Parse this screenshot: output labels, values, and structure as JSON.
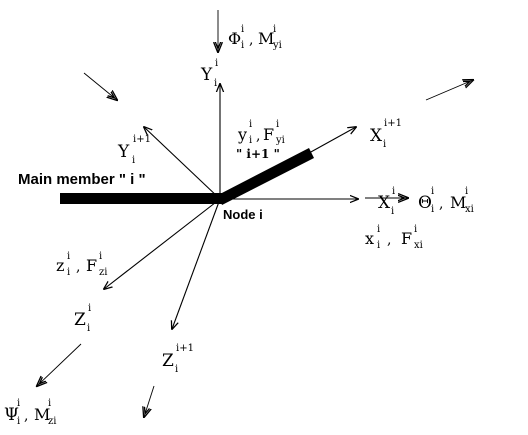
{
  "title": "",
  "labels": {
    "main_member": "Main member \" i \"",
    "member_i1": "\" i+1 \"",
    "node": "Node i",
    "Y_i": {
      "base": "Y",
      "sup": "i",
      "sub": "i"
    },
    "X_i": {
      "base": "X",
      "sup": "i",
      "sub": "i"
    },
    "Z_i": {
      "base": "Z",
      "sup": "i",
      "sub": "i"
    },
    "Y_i1": {
      "base": "Y",
      "sup": "i+1",
      "sub": "i"
    },
    "X_i1": {
      "base": "X",
      "sup": "i+1",
      "sub": "i"
    },
    "Z_i1": {
      "base": "Z",
      "sup": "i+1",
      "sub": "i"
    },
    "y_F_y": {
      "a": "y",
      "b": "F",
      "sup": "i",
      "sub_a": "i",
      "sub_b": "yi"
    },
    "x_F_x": {
      "a": "x",
      "b": "F",
      "sup": "i",
      "sub_a": "i",
      "sub_b": "xi"
    },
    "z_F_z": {
      "a": "z",
      "b": "F",
      "sup": "i",
      "sub_a": "i",
      "sub_b": "zi"
    },
    "phi_M_y": {
      "a": "Φ",
      "b": "M",
      "sup": "i",
      "sub_a": "i",
      "sub_b": "yi"
    },
    "theta_M_x": {
      "a": "Θ",
      "b": "M",
      "sup": "i",
      "sub_a": "i",
      "sub_b": "xi"
    },
    "psi_M_z": {
      "a": "Ψ",
      "b": "M",
      "sup": "i",
      "sub_a": "i",
      "sub_b": "zi"
    }
  },
  "colors": {
    "ink": "#000000",
    "background": "#ffffff"
  }
}
